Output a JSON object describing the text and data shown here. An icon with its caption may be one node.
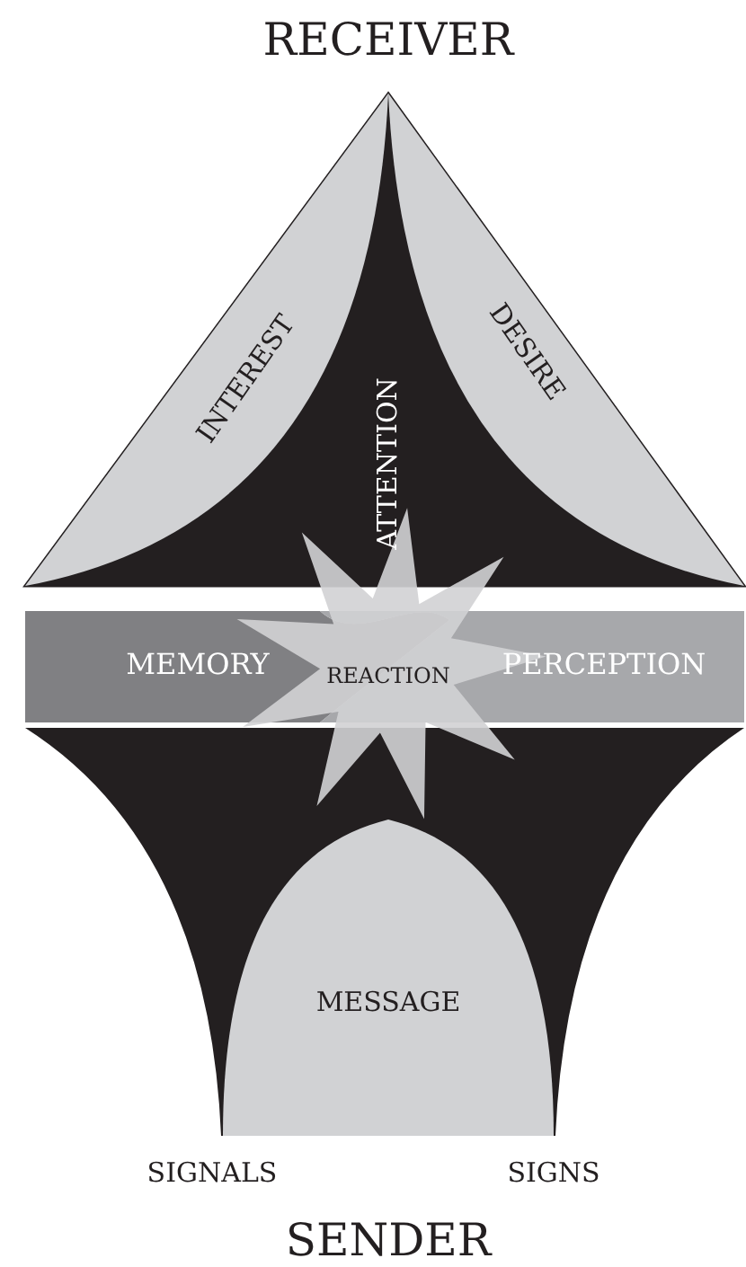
{
  "diagram": {
    "nodes": [
      {
        "text": [
          "INTEREST"
        ]
      },
      {
        "text": [
          "ATTENTION"
        ]
      },
      {
        "text": [
          "DESIRE"
        ]
      },
      {
        "text": [
          "MEMORY"
        ]
      },
      {
        "text": [
          "REACTION"
        ]
      },
      {
        "text": [
          "PERCEPTION"
        ]
      },
      {
        "text": [
          "MESSAGE"
        ]
      }
    ],
    "labels": [
      "RECEIVER",
      "SIGNALS",
      "SIGNS",
      "SENDER"
    ]
  }
}
